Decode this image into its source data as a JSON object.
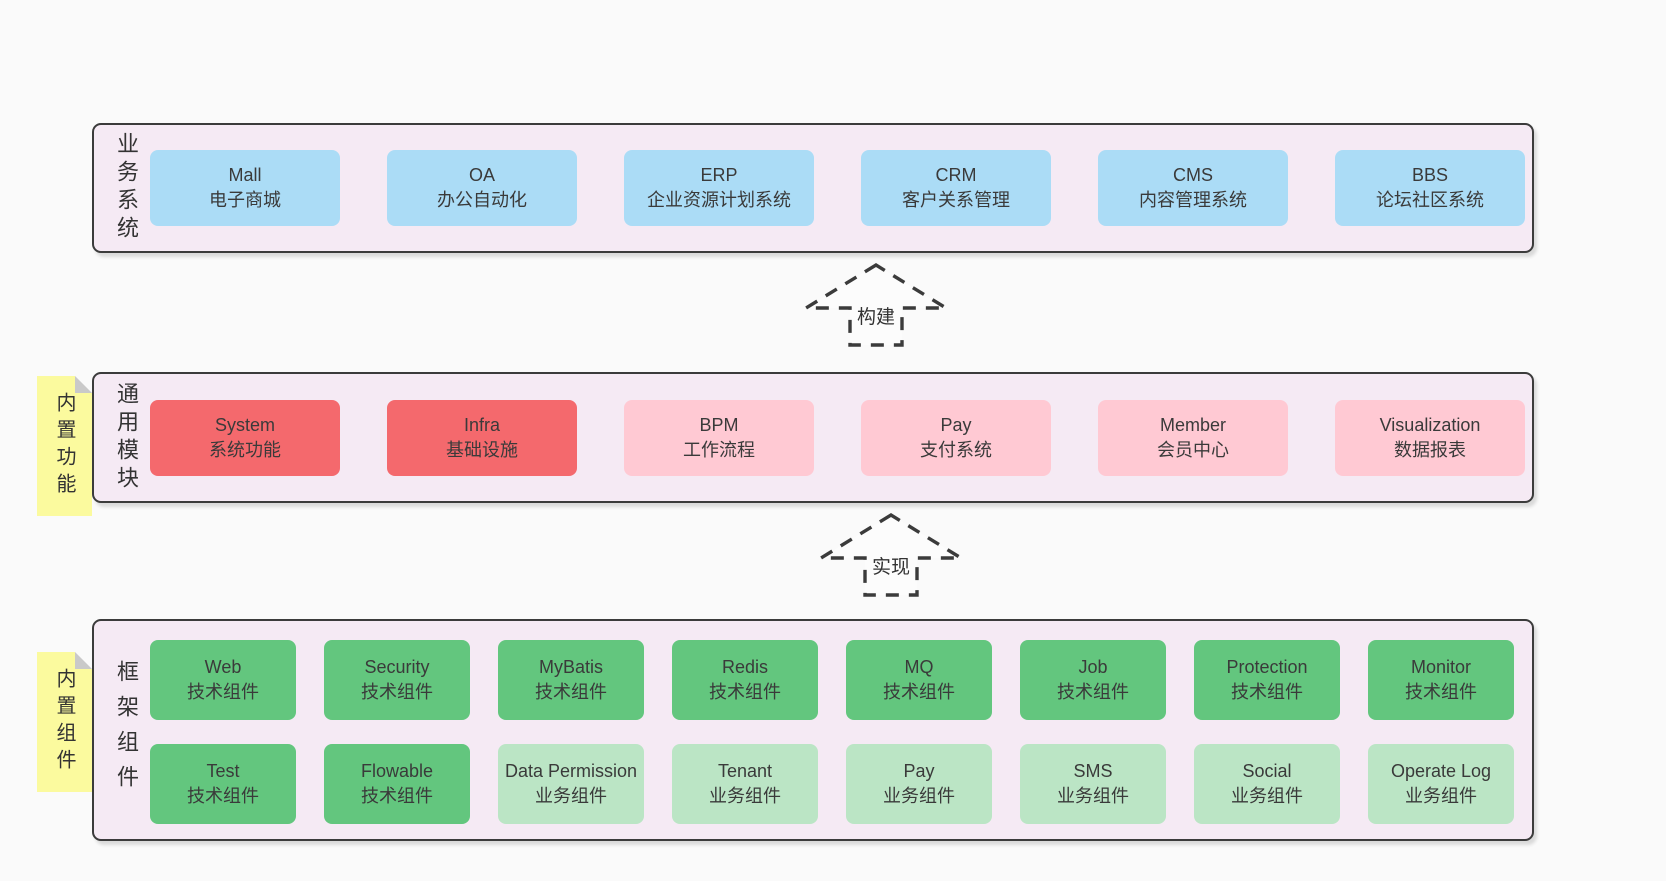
{
  "colors": {
    "page_bg": "#fafafa",
    "panel_bg": "#f5eaf4",
    "panel_border": "#3b3b3b",
    "text": "#3a3a3a",
    "blue": "#abdcf6",
    "red": "#f4696d",
    "pink": "#ffc9d3",
    "green": "#63c67e",
    "green_light": "#bbe5c5",
    "note_yellow": "#fbfa9e",
    "note_fold": "#c9c9c9"
  },
  "business": {
    "label": "业务系统",
    "boxes": [
      {
        "title": "Mall",
        "subtitle": "电子商城",
        "variant": "blue"
      },
      {
        "title": "OA",
        "subtitle": "办公自动化",
        "variant": "blue"
      },
      {
        "title": "ERP",
        "subtitle": "企业资源计划系统",
        "variant": "blue"
      },
      {
        "title": "CRM",
        "subtitle": "客户关系管理",
        "variant": "blue"
      },
      {
        "title": "CMS",
        "subtitle": "内容管理系统",
        "variant": "blue"
      },
      {
        "title": "BBS",
        "subtitle": "论坛社区系统",
        "variant": "blue"
      }
    ]
  },
  "arrows": {
    "build": "构建",
    "implement": "实现"
  },
  "modules": {
    "label": "通用模块",
    "note": "内置功能",
    "boxes": [
      {
        "title": "System",
        "subtitle": "系统功能",
        "variant": "red"
      },
      {
        "title": "Infra",
        "subtitle": "基础设施",
        "variant": "red"
      },
      {
        "title": "BPM",
        "subtitle": "工作流程",
        "variant": "pink"
      },
      {
        "title": "Pay",
        "subtitle": "支付系统",
        "variant": "pink"
      },
      {
        "title": "Member",
        "subtitle": "会员中心",
        "variant": "pink"
      },
      {
        "title": "Visualization",
        "subtitle": "数据报表",
        "variant": "pink"
      }
    ]
  },
  "components": {
    "label": "框架组件",
    "note": "内置组件",
    "row1": [
      {
        "title": "Web",
        "subtitle": "技术组件",
        "variant": "green"
      },
      {
        "title": "Security",
        "subtitle": "技术组件",
        "variant": "green"
      },
      {
        "title": "MyBatis",
        "subtitle": "技术组件",
        "variant": "green"
      },
      {
        "title": "Redis",
        "subtitle": "技术组件",
        "variant": "green"
      },
      {
        "title": "MQ",
        "subtitle": "技术组件",
        "variant": "green"
      },
      {
        "title": "Job",
        "subtitle": "技术组件",
        "variant": "green"
      },
      {
        "title": "Protection",
        "subtitle": "技术组件",
        "variant": "green"
      },
      {
        "title": "Monitor",
        "subtitle": "技术组件",
        "variant": "green"
      }
    ],
    "row2": [
      {
        "title": "Test",
        "subtitle": "技术组件",
        "variant": "green"
      },
      {
        "title": "Flowable",
        "subtitle": "技术组件",
        "variant": "green"
      },
      {
        "title": "Data Permission",
        "subtitle": "业务组件",
        "variant": "green_light"
      },
      {
        "title": "Tenant",
        "subtitle": "业务组件",
        "variant": "green_light"
      },
      {
        "title": "Pay",
        "subtitle": "业务组件",
        "variant": "green_light"
      },
      {
        "title": "SMS",
        "subtitle": "业务组件",
        "variant": "green_light"
      },
      {
        "title": "Social",
        "subtitle": "业务组件",
        "variant": "green_light"
      },
      {
        "title": "Operate Log",
        "subtitle": "业务组件",
        "variant": "green_light"
      }
    ]
  }
}
